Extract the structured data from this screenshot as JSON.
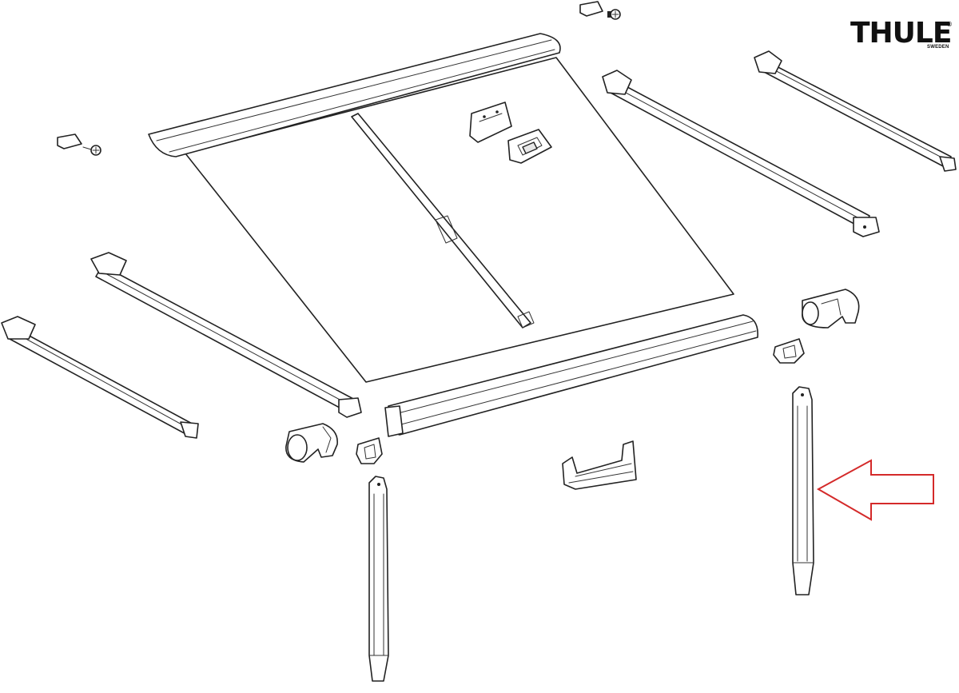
{
  "brand": {
    "name": "THULE",
    "sub": "SWEDEN",
    "registered_mark": "®",
    "color": "#111111"
  },
  "diagram": {
    "highlight_color": "#d42a2a",
    "parts": [
      "end-cap-top-right",
      "end-cap-top-left",
      "front-profile-fabric",
      "tension-rafter",
      "wall-bracket-upper",
      "wall-bracket-lower",
      "arm-right-inner",
      "arm-right-outer",
      "arm-left-inner",
      "arm-left-outer",
      "lead-rail",
      "end-cap-left",
      "end-cap-right",
      "clip-left",
      "clip-right",
      "leg-left",
      "leg-right",
      "center-bracket"
    ],
    "highlighted_part": "leg-right"
  }
}
